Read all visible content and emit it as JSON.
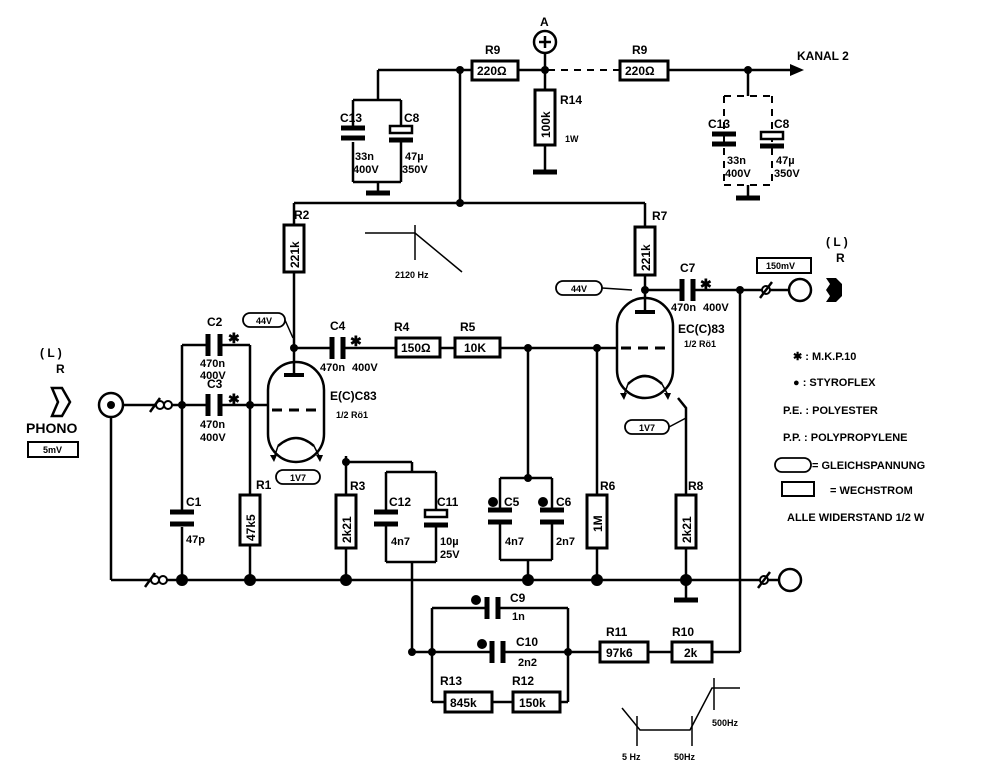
{
  "title_kanal": "KANAL 2",
  "supply_label": "A",
  "inputs": {
    "left_channel": "( L )",
    "right_channel": "R",
    "phono": "PHONO",
    "input_level": "5mV"
  },
  "output": {
    "left_channel": "( L )",
    "right_channel": "R",
    "output_level": "150mV"
  },
  "tubes": [
    {
      "name": "E(C)C83",
      "half": "1/2 Rö1"
    },
    {
      "name": "EC(C)83",
      "half": "1/2 Rö1"
    }
  ],
  "voltages": {
    "anode1": "44V",
    "anode2": "44V",
    "cathode1": "1V7",
    "cathode2": "1V7"
  },
  "resistors": [
    {
      "ref": "R9",
      "value": "220Ω"
    },
    {
      "ref": "R9",
      "value": "220Ω"
    },
    {
      "ref": "R14",
      "value": "100k",
      "note": "1W"
    },
    {
      "ref": "R2",
      "value": "221k"
    },
    {
      "ref": "R7",
      "value": "221k"
    },
    {
      "ref": "R4",
      "value": "150Ω"
    },
    {
      "ref": "R5",
      "value": "10K"
    },
    {
      "ref": "R1",
      "value": "47k5"
    },
    {
      "ref": "R3",
      "value": "2k21"
    },
    {
      "ref": "R6",
      "value": "1M"
    },
    {
      "ref": "R8",
      "value": "2k21"
    },
    {
      "ref": "R11",
      "value": "97k6"
    },
    {
      "ref": "R10",
      "value": "2k"
    },
    {
      "ref": "R13",
      "value": "845k"
    },
    {
      "ref": "R12",
      "value": "150k"
    }
  ],
  "capacitors": [
    {
      "ref": "C13",
      "value": "33n",
      "voltage": "400V"
    },
    {
      "ref": "C8",
      "value": "47µ",
      "voltage": "350V"
    },
    {
      "ref": "C13",
      "value": "33n",
      "voltage": "400V"
    },
    {
      "ref": "C8",
      "value": "47µ",
      "voltage": "350V"
    },
    {
      "ref": "C2",
      "value": "470n",
      "voltage": "400V"
    },
    {
      "ref": "C3",
      "value": "470n",
      "voltage": "400V"
    },
    {
      "ref": "C4",
      "value": "470n",
      "voltage": "400V"
    },
    {
      "ref": "C7",
      "value": "470n",
      "voltage": "400V"
    },
    {
      "ref": "C1",
      "value": "47p"
    },
    {
      "ref": "C12",
      "value": "4n7"
    },
    {
      "ref": "C11",
      "value": "10µ",
      "voltage": "25V"
    },
    {
      "ref": "C5",
      "value": "4n7"
    },
    {
      "ref": "C6",
      "value": "2n7"
    },
    {
      "ref": "C9",
      "value": "1n"
    },
    {
      "ref": "C10",
      "value": "2n2"
    }
  ],
  "freq_marks": {
    "corner1": "2120 Hz",
    "f5": "5 Hz",
    "f50": "50Hz",
    "f500": "500Hz"
  },
  "legend": {
    "mkp": "✱ : M.K.P.10",
    "styroflex": "● : STYROFLEX",
    "pe": "P.E. : POLYESTER",
    "pp": "P.P. : POLYPROPYLENE",
    "dc": "= GLEICHSPANNUNG",
    "ac": "= WECHSTROM",
    "note": "ALLE WIDERSTAND 1/2 W"
  }
}
